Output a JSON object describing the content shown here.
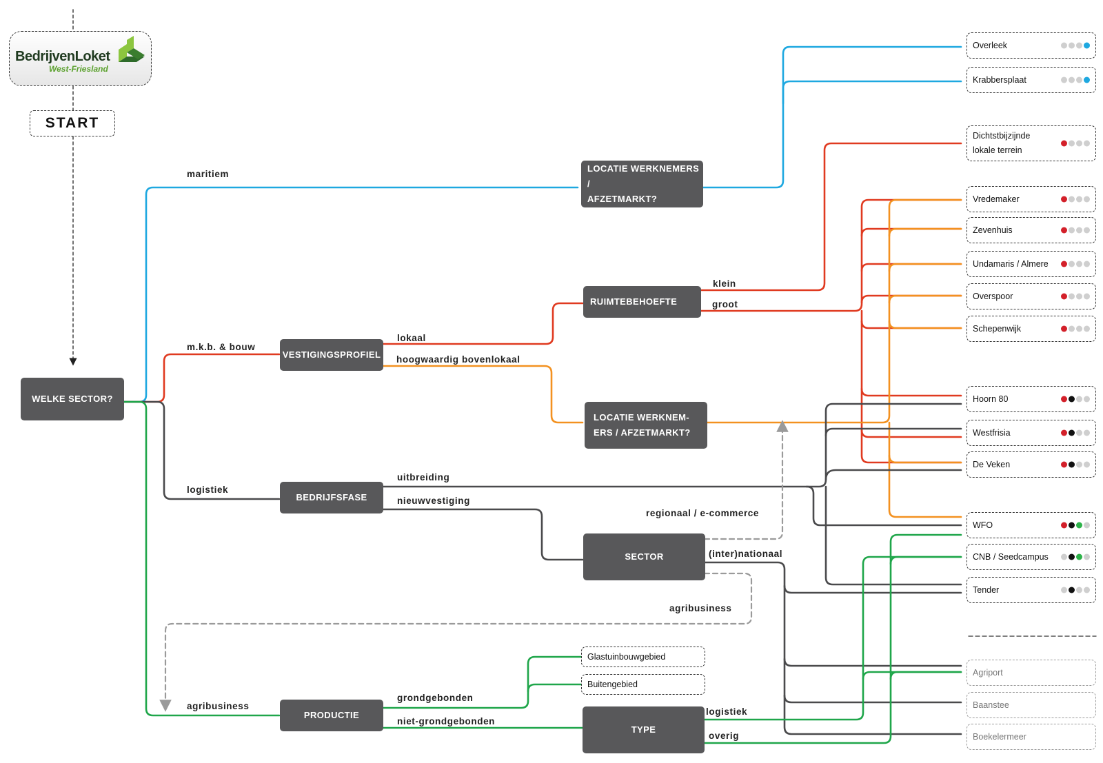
{
  "logo": {
    "title": "BedrijvenLoket",
    "subtitle": "West-Friesland"
  },
  "start": "START",
  "colors": {
    "blue": "#1ea8e0",
    "red": "#e03a20",
    "orange": "#f39120",
    "dark": "#4a4a4c",
    "green": "#1fa64a",
    "grey_dash": "#9a9a9a",
    "node": "#58585a",
    "dot_red": "#d3202a",
    "dot_black": "#111111",
    "dot_green": "#2db34a",
    "dot_blue": "#1ea8e0",
    "dot_empty": "#cfcfcf"
  },
  "nodes": {
    "welke_sector": "WELKE SECTOR?",
    "locatie_1_line1": "LOCATIE WERKNEMERS /",
    "locatie_1_line2": "AFZETMARKT?",
    "vestigingsprofiel": "VESTIGINGSPROFIEL",
    "ruimtebehoefte": "RUIMTEBEHOEFTE",
    "locatie_2_line1": "LOCATIE WERKNEM-",
    "locatie_2_line2": "ERS / AFZETMARKT?",
    "bedrijfsfase": "BEDRIJFSFASE",
    "sector": "SECTOR",
    "productie": "PRODUCTIE",
    "type": "TYPE"
  },
  "edge_labels": {
    "maritiem": "maritiem",
    "mkb_bouw": "m.k.b. & bouw",
    "logistiek": "logistiek",
    "agribusiness_main": "agribusiness",
    "lokaal": "lokaal",
    "hoogwaardig": "hoogwaardig bovenlokaal",
    "klein": "klein",
    "groot": "groot",
    "uitbreiding": "uitbreiding",
    "nieuwvestiging": "nieuwvestiging",
    "regionaal": "regionaal / e-commerce",
    "internationaal": "(inter)nationaal",
    "agribusiness_sector": "agribusiness",
    "grondgebonden": "grondgebonden",
    "niet_grondgebonden": "niet-grondgebonden",
    "type_logistiek": "logistiek",
    "overig": "overig"
  },
  "intermediate": {
    "glastuinbouw": "Glastuinbouwgebied",
    "buitengebied": "Buitengebied"
  },
  "destinations": [
    {
      "name": "Overleek",
      "dots": [
        "empty",
        "empty",
        "empty",
        "blue"
      ]
    },
    {
      "name": "Krabbersplaat",
      "dots": [
        "empty",
        "empty",
        "empty",
        "blue"
      ]
    },
    {
      "name_line1": "Dichtstbijzijnde",
      "name_line2": "lokale terrein",
      "dots": [
        "red",
        "empty",
        "empty",
        "empty"
      ]
    },
    {
      "name": "Vredemaker",
      "dots": [
        "red",
        "empty",
        "empty",
        "empty"
      ]
    },
    {
      "name": "Zevenhuis",
      "dots": [
        "red",
        "empty",
        "empty",
        "empty"
      ]
    },
    {
      "name": "Undamaris / Almere",
      "dots": [
        "red",
        "empty",
        "empty",
        "empty"
      ]
    },
    {
      "name": "Overspoor",
      "dots": [
        "red",
        "empty",
        "empty",
        "empty"
      ]
    },
    {
      "name": "Schepenwijk",
      "dots": [
        "red",
        "empty",
        "empty",
        "empty"
      ]
    },
    {
      "name": "Hoorn 80",
      "dots": [
        "red",
        "black",
        "empty",
        "empty"
      ]
    },
    {
      "name": "Westfrisia",
      "dots": [
        "red",
        "black",
        "empty",
        "empty"
      ]
    },
    {
      "name": "De Veken",
      "dots": [
        "red",
        "black",
        "empty",
        "empty"
      ]
    },
    {
      "name": "WFO",
      "dots": [
        "red",
        "black",
        "green",
        "empty"
      ]
    },
    {
      "name": "CNB / Seedcampus",
      "dots": [
        "empty",
        "black",
        "green",
        "empty"
      ]
    },
    {
      "name": "Tender",
      "dots": [
        "empty",
        "black",
        "empty",
        "empty"
      ]
    }
  ],
  "future_destinations": [
    {
      "name": "Agriport"
    },
    {
      "name": "Baanstee"
    },
    {
      "name": "Boekelermeer"
    }
  ]
}
